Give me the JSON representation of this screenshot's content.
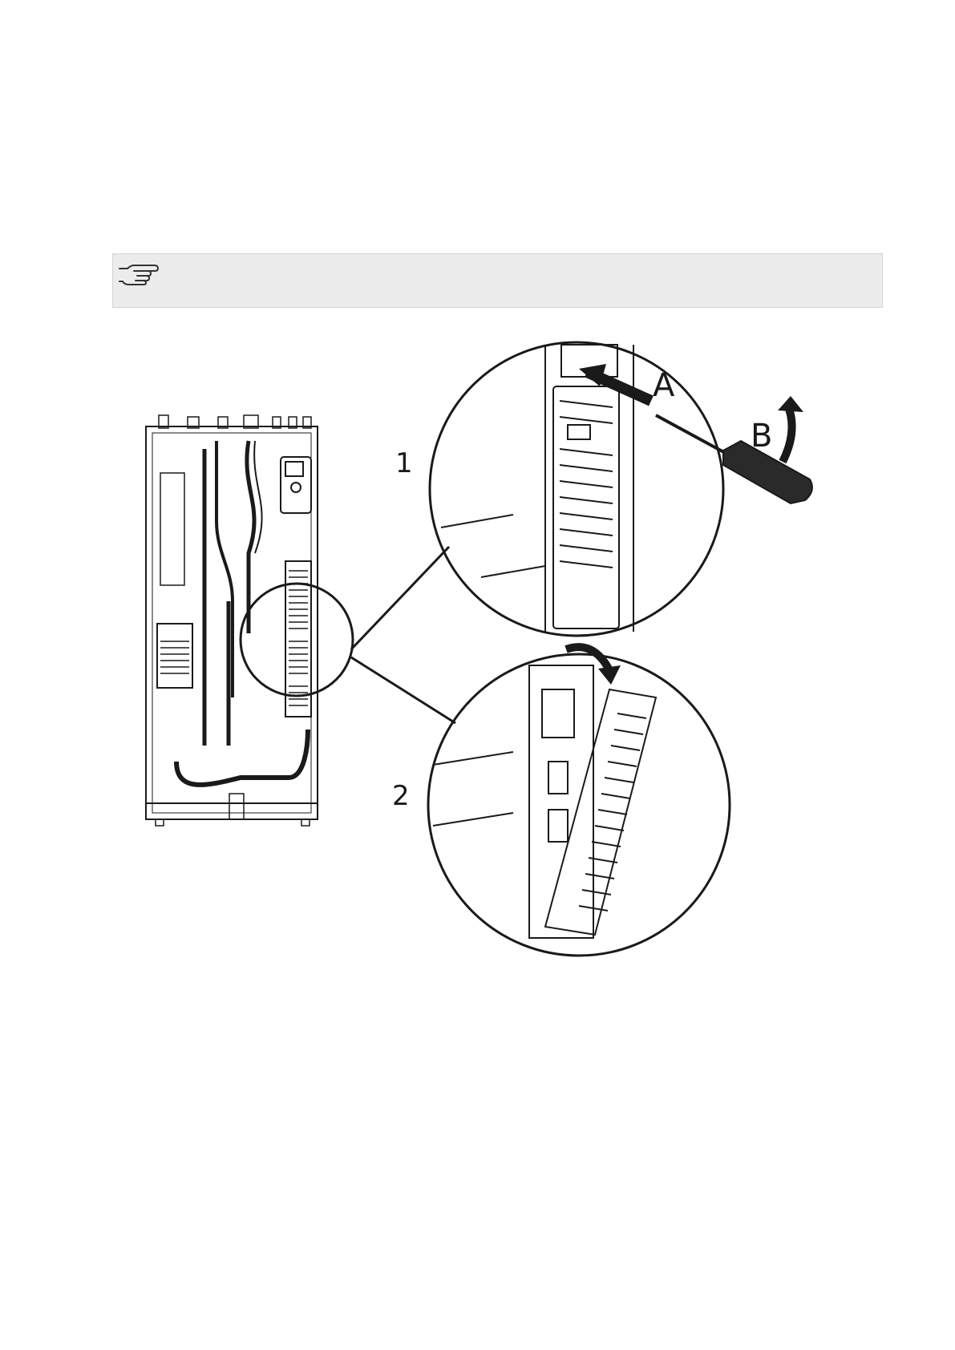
{
  "note": {
    "icon": "pointing-hand-icon"
  },
  "figure": {
    "steps": [
      {
        "label": "1"
      },
      {
        "label": "2"
      }
    ],
    "callouts": [
      {
        "label": "A"
      },
      {
        "label": "B"
      }
    ]
  },
  "colors": {
    "line": "#1a1a1a",
    "note_bg": "#ececec",
    "handle": "#2a2a2a"
  }
}
